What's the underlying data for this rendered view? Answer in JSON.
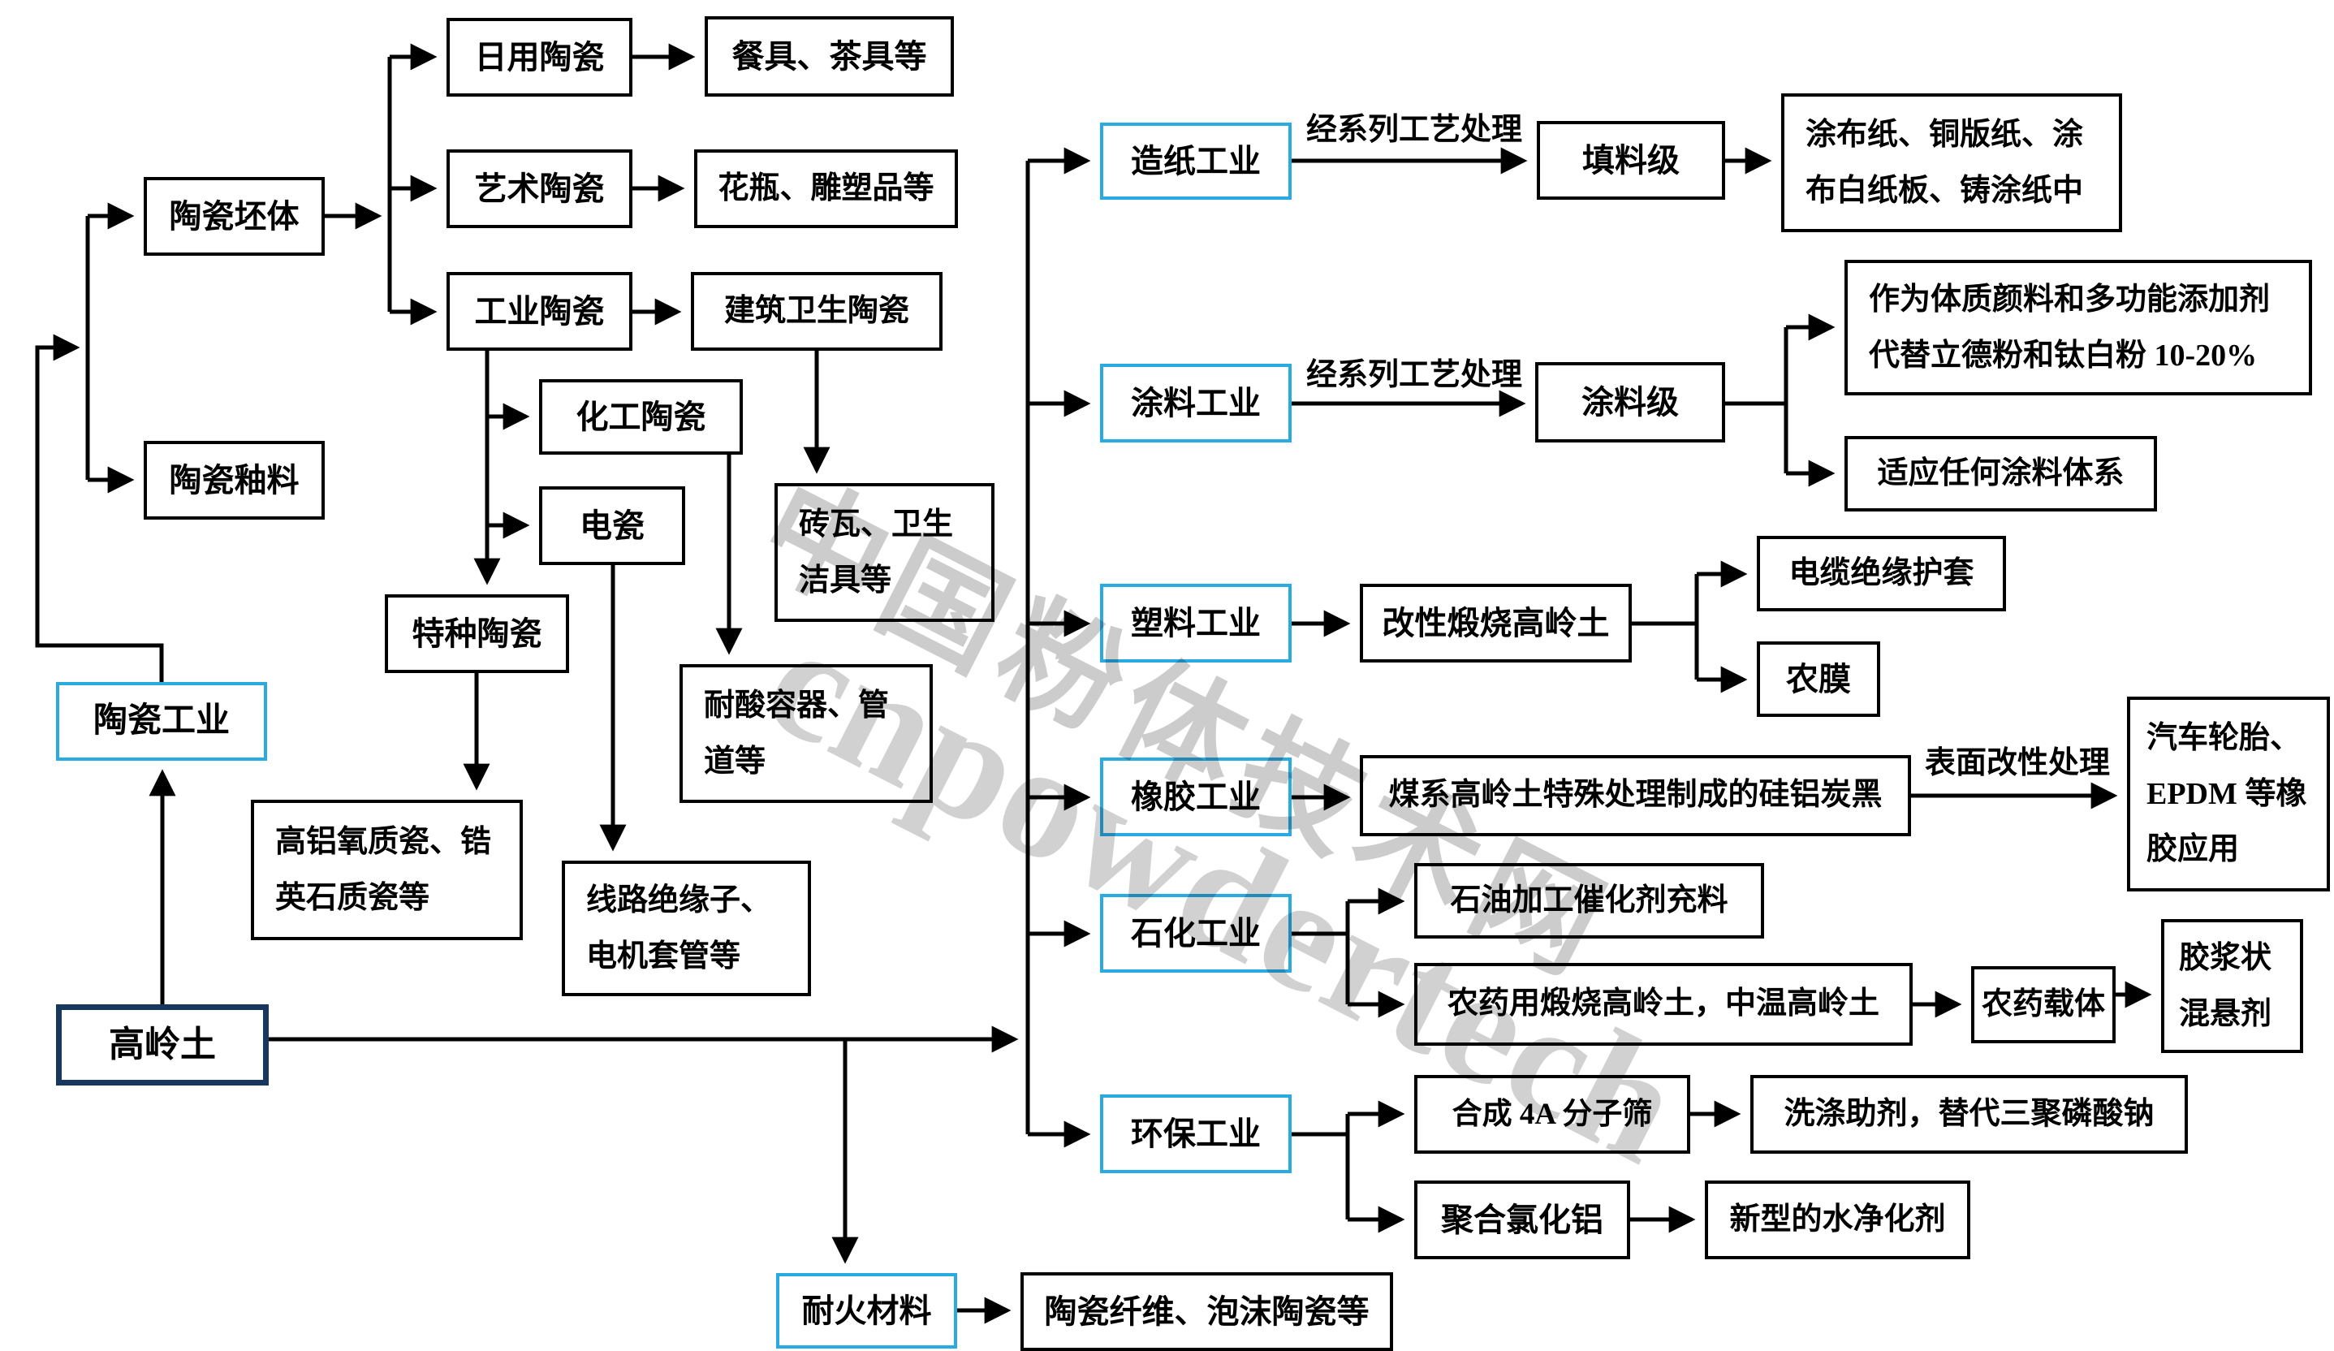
{
  "nodes": {
    "kaolin": "高岭土",
    "ceramic_industry": "陶瓷工业",
    "ceramic_body": "陶瓷坯体",
    "ceramic_glaze": "陶瓷釉料",
    "daily_ceramic": "日用陶瓷",
    "tableware": "餐具、茶具等",
    "art_ceramic": "艺术陶瓷",
    "vase": "花瓶、雕塑品等",
    "industrial_ceramic": "工业陶瓷",
    "building_ceramic": "建筑卫生陶瓷",
    "brick": "砖瓦、卫生洁具等",
    "chemical_ceramic": "化工陶瓷",
    "acid_container": "耐酸容器、管道等",
    "electrical_porcelain": "电瓷",
    "insulator": "线路绝缘子、电机套管等",
    "special_ceramic": "特种陶瓷",
    "alumina_porcelain": "高铝氧质瓷、锆英石质瓷等",
    "refractory": "耐火材料",
    "ceramic_fiber": "陶瓷纤维、泡沫陶瓷等",
    "paper_industry": "造纸工业",
    "filler_grade": "填料级",
    "coated_paper": "涂布纸、铜版纸、涂布白纸板、铸涂纸中",
    "coating_industry": "涂料工业",
    "coating_grade": "涂料级",
    "pigment_additive": "作为体质颜料和多功能添加剂代替立德粉和钛白粉 10-20%",
    "any_coating_system": "适应任何涂料体系",
    "plastic_industry": "塑料工业",
    "modified_calcined_kaolin": "改性煅烧高岭土",
    "cable_sheath": "电缆绝缘护套",
    "agricultural_film": "农膜",
    "rubber_industry": "橡胶工业",
    "silica_alumina_carbon_black": "煤系高岭土特殊处理制成的硅铝炭黑",
    "tires_epdm": "汽车轮胎、EPDM 等橡胶应用",
    "petrochemical_industry": "石化工业",
    "petroleum_catalyst_filler": "石油加工催化剂充料",
    "pesticide_calcined_kaolin": "农药用煅烧高岭土，中温高岭土",
    "pesticide_carrier": "农药载体",
    "paste_suspension": "胶浆状混悬剂",
    "environmental_industry": "环保工业",
    "zeolite_4a": "合成 4A 分子筛",
    "detergent_aid": "洗涤助剂，替代三聚磷酸钠",
    "pac": "聚合氯化铝",
    "water_purifier": "新型的水净化剂"
  },
  "edge_labels": {
    "process_paper": "经系列工艺处理",
    "process_coating": "经系列工艺处理",
    "surface_treatment": "表面改性处理"
  },
  "watermark": {
    "line1": "中国粉体技术网",
    "line2": "cnpowdertech"
  },
  "colors": {
    "industry_accent": "#29ABE2",
    "kaolin_border": "#17375E",
    "line": "#000000",
    "watermark": "#8C8C8C"
  }
}
